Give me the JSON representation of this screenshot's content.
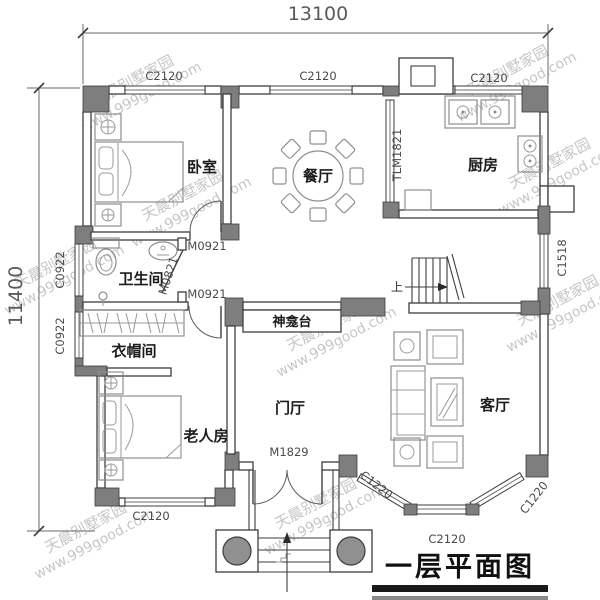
{
  "drawing": {
    "title": "一层平面图"
  },
  "watermark": {
    "name": "天晨别墅家园",
    "url": "www.999good.com"
  },
  "dimensions": {
    "overall_width": "13100",
    "overall_height": "11400"
  },
  "rooms": {
    "bedroom": "卧室",
    "dining": "餐厅",
    "kitchen": "厨房",
    "bathroom": "卫生间",
    "cloakroom": "衣帽间",
    "elder_room": "老人房",
    "foyer": "门厅",
    "living_room": "客厅",
    "shrine": "神龛台"
  },
  "openings": {
    "c2120": "C2120",
    "c0922": "C0922",
    "c1518": "C1518",
    "c1220": "C1220",
    "tlm1821": "TLM1821",
    "m0921": "M0921",
    "m0821": "M0821",
    "m1829": "M1829"
  },
  "stairs": {
    "up_label": "上"
  },
  "colors": {
    "wall_fill": "#7e7e7e",
    "line": "#3d3d3d",
    "watermark": "#c6c6c6",
    "background": "#ffffff"
  }
}
